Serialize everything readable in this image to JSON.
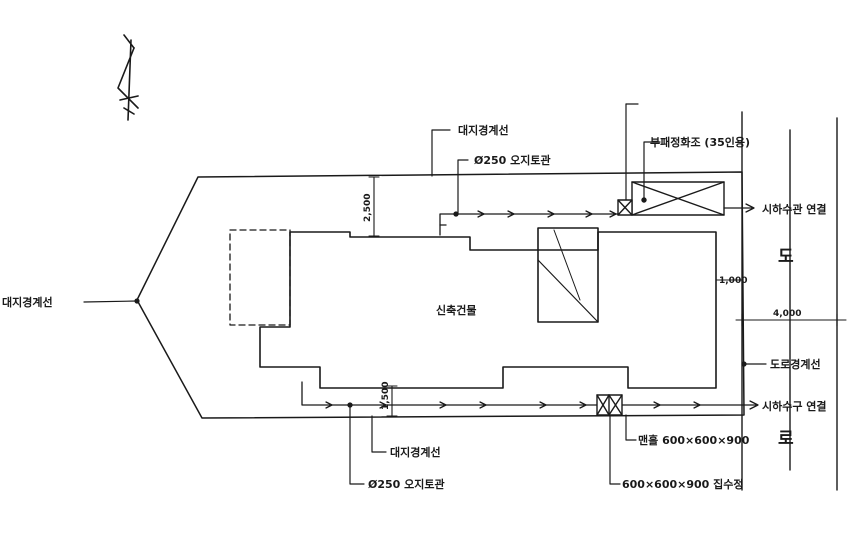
{
  "labels": {
    "site_boundary_left": "대지경계선",
    "site_boundary_top": "대지경계선",
    "pipe_top": "Ø250 오지토관",
    "septic_tank": "부패정화조 (35인용)",
    "sewer_top": "시하수관 연결",
    "road_char_1": "도",
    "road_char_2": "로",
    "building": "신축건물",
    "road_boundary": "도로경계선",
    "sewer_bottom": "시하수구 연결",
    "manhole": "맨홀 600×600×900",
    "site_boundary_bottom": "대지경계선",
    "pipe_bottom": "Ø250 오지토관",
    "catch_basin": "600×600×900 집수정"
  },
  "dimensions": {
    "top_setback": "2,500",
    "right_setback": "1,000",
    "road_width": "4,000",
    "bottom_setback": "1,500"
  }
}
